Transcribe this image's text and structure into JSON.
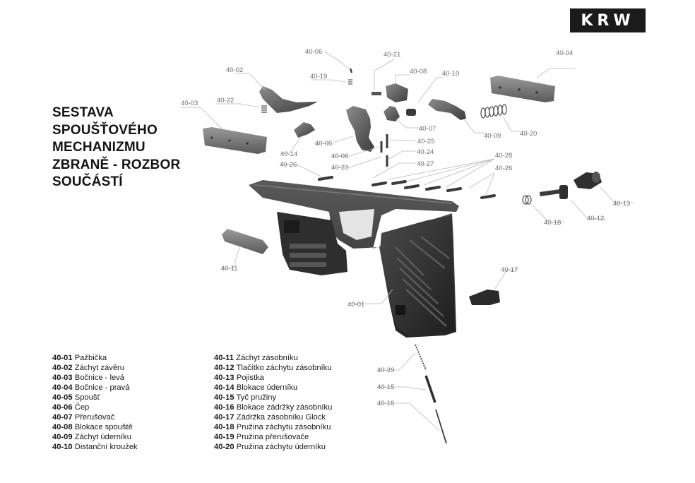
{
  "logo": "KRW",
  "title_lines": [
    "SESTAVA",
    "SPOUŠŤOVÉHO",
    "MECHANIZMU",
    "ZBRANĚ - ROZBOR",
    "SOUČÁSTÍ"
  ],
  "callouts": [
    "40-06",
    "40-21",
    "40-04",
    "40-02",
    "40-19",
    "40-08",
    "40-10",
    "40-03",
    "40-22",
    "40-07",
    "40-09",
    "40-20",
    "40-05",
    "40-25",
    "40-14",
    "40-06",
    "40-24",
    "40-23",
    "40-27",
    "40-26",
    "40-28",
    "40-26",
    "40-13",
    "40-12",
    "40-18",
    "40-11",
    "40-17",
    "40-01",
    "40-29",
    "40-15",
    "40-16"
  ],
  "legend_left": [
    {
      "code": "40-01",
      "name": "Pažbička"
    },
    {
      "code": "40-02",
      "name": "Záchyt závěru"
    },
    {
      "code": "40-03",
      "name": "Bočnice - levá"
    },
    {
      "code": "40-04",
      "name": "Bočnice - pravá"
    },
    {
      "code": "40-05",
      "name": "Spoušť"
    },
    {
      "code": "40-06",
      "name": "Čep"
    },
    {
      "code": "40-07",
      "name": "Přerušovač"
    },
    {
      "code": "40-08",
      "name": "Blokace spouště"
    },
    {
      "code": "40-09",
      "name": "Záchyt úderníku"
    },
    {
      "code": "40-10",
      "name": "Distanční kroužek"
    }
  ],
  "legend_right": [
    {
      "code": "40-11",
      "name": "Záchyt zásobníku"
    },
    {
      "code": "40-12",
      "name": "Tlačítko záchytu zásobníku"
    },
    {
      "code": "40-13",
      "name": "Pojistka"
    },
    {
      "code": "40-14",
      "name": "Blokace úderníku"
    },
    {
      "code": "40-15",
      "name": "Tyč pružiny"
    },
    {
      "code": "40-16",
      "name": "Blokace zádržky zásobníku"
    },
    {
      "code": "40-17",
      "name": "Zádržka zásobníku Glock"
    },
    {
      "code": "40-18",
      "name": "Pružina záchytu zásobníku"
    },
    {
      "code": "40-19",
      "name": "Pružina přerušovače"
    },
    {
      "code": "40-20",
      "name": "Pružina záchytu úderníku"
    }
  ]
}
